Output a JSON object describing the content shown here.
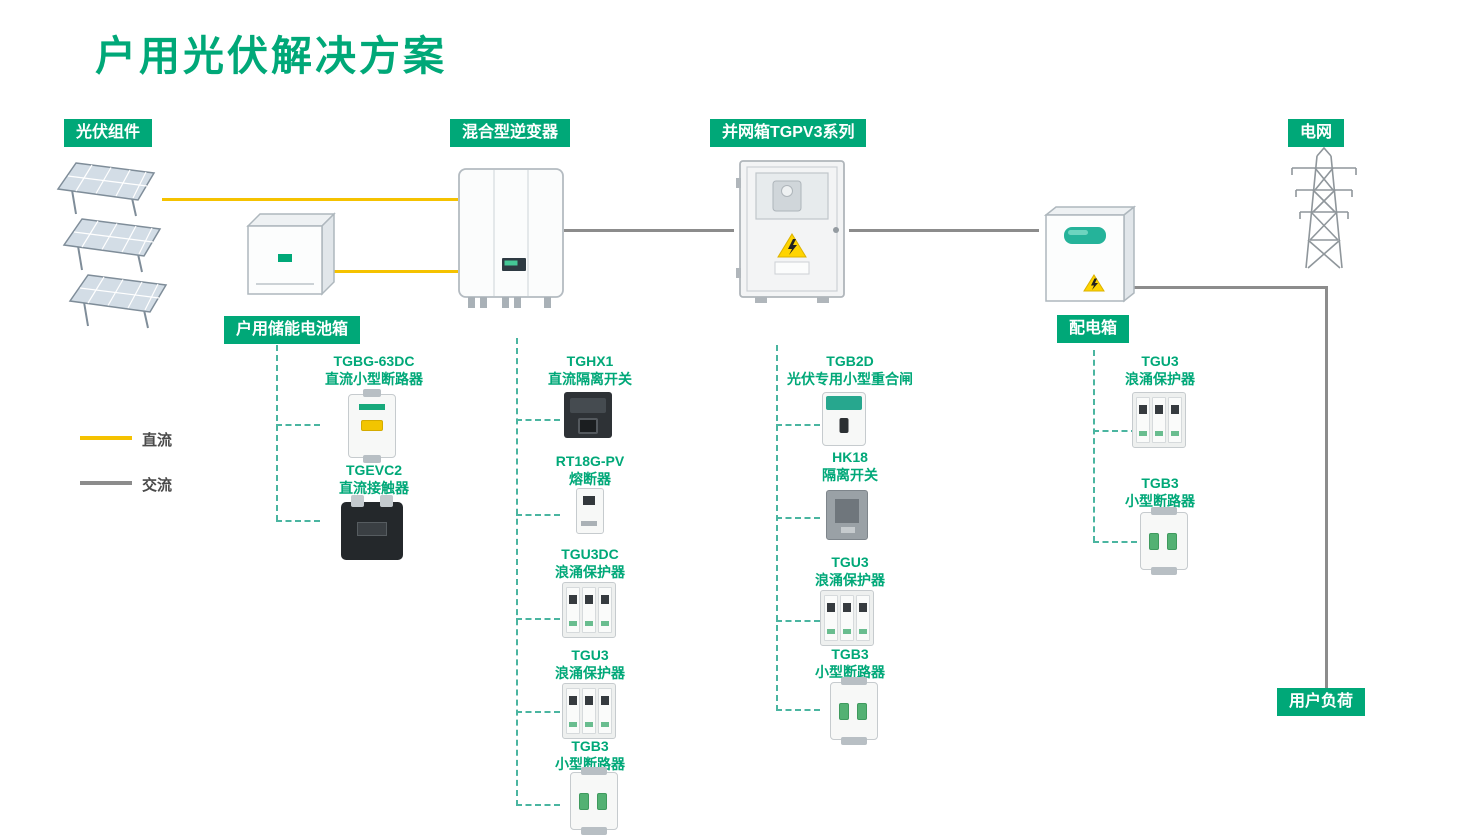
{
  "title": "户用光伏解决方案",
  "badges": {
    "pv_modules": "光伏组件",
    "hybrid_inverter": "混合型逆变器",
    "grid_connection_box": "并网箱TGPV3系列",
    "power_grid": "电网",
    "battery_box": "户用储能电池箱",
    "distribution_box": "配电箱",
    "user_load": "用户负荷"
  },
  "legend": {
    "dc_label": "直流",
    "ac_label": "交流"
  },
  "colors": {
    "green": "#00a878",
    "dc_yellow": "#f5c200",
    "ac_gray": "#8c8c8c",
    "dash_teal": "#4ab5a0"
  },
  "components": {
    "battery_tree": [
      {
        "model": "TGBG-63DC",
        "name": "直流小型断路器"
      },
      {
        "model": "TGEVC2",
        "name": "直流接触器"
      }
    ],
    "inverter_tree": [
      {
        "model": "TGHX1",
        "name": "直流隔离开关"
      },
      {
        "model": "RT18G-PV",
        "name": "熔断器"
      },
      {
        "model": "TGU3DC",
        "name": "浪涌保护器"
      },
      {
        "model": "TGU3",
        "name": "浪涌保护器"
      },
      {
        "model": "TGB3",
        "name": "小型断路器"
      }
    ],
    "grid_box_tree": [
      {
        "model": "TGB2D",
        "name": "光伏专用小型重合闸"
      },
      {
        "model": "HK18",
        "name": "隔离开关"
      },
      {
        "model": "TGU3",
        "name": "浪涌保护器"
      },
      {
        "model": "TGB3",
        "name": "小型断路器"
      }
    ],
    "distribution_tree": [
      {
        "model": "TGU3",
        "name": "浪涌保护器"
      },
      {
        "model": "TGB3",
        "name": "小型断路器"
      }
    ]
  }
}
